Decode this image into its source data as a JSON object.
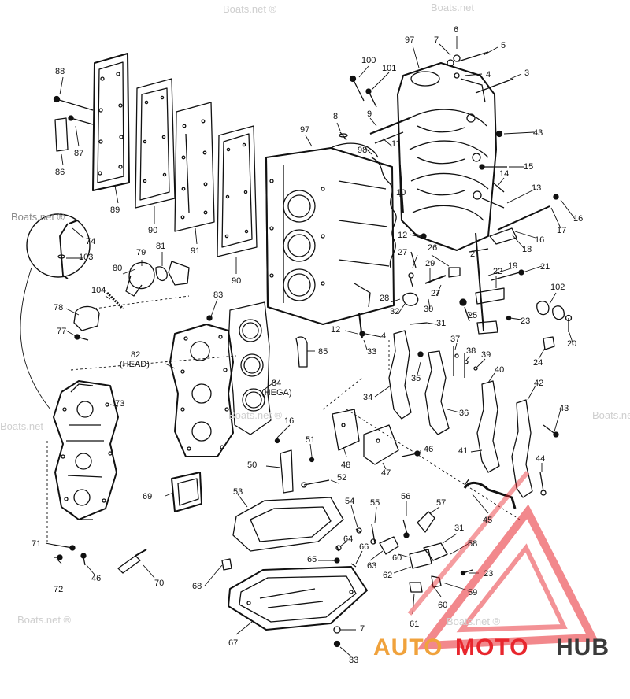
{
  "watermark": {
    "text": "Boats.net",
    "text_r": "Boats.net ®"
  },
  "logo": {
    "part1": "AUTO",
    "part2": "MOTO",
    "part3": "HUB",
    "color_orange": "#f0a23c",
    "color_red": "#e8262d",
    "color_dark": "#3a3a3a"
  },
  "labels": {
    "n100": "100",
    "n101": "101",
    "n97a": "97",
    "n7a": "7",
    "n6": "6",
    "n5": "5",
    "n4a": "4",
    "n3": "3",
    "n88": "88",
    "n87": "87",
    "n86": "86",
    "n89": "89",
    "n90a": "90",
    "n91": "91",
    "n90b": "90",
    "n8": "8",
    "n9": "9",
    "n11": "11",
    "n97b": "97",
    "n98": "98",
    "n43a": "43",
    "n15": "15",
    "n14": "14",
    "n13": "13",
    "n10": "10",
    "n16a": "16",
    "n17": "17",
    "n16b": "16",
    "n18": "18",
    "n12a": "12",
    "n74": "74",
    "n103": "103",
    "n79": "79",
    "n81": "81",
    "n80": "80",
    "n104": "104",
    "n78": "78",
    "n77": "77",
    "n26": "26",
    "n2": "2",
    "n19": "19",
    "n21": "21",
    "n22": "22",
    "n27a": "27",
    "n29": "29",
    "n27b": "27",
    "n28": "28",
    "n32": "32",
    "n30": "30",
    "n31a": "31",
    "n25": "25",
    "n102": "102",
    "n23a": "23",
    "n20": "20",
    "n83": "83",
    "n12b": "12",
    "n4b": "4",
    "n33a": "33",
    "n85": "85",
    "n82": "82",
    "n82s": "(HEAD)",
    "n84": "84",
    "n84s": "(HEGA)",
    "n37": "37",
    "n38": "38",
    "n39": "39",
    "n40": "40",
    "n24": "24",
    "n73": "73",
    "n34": "34",
    "n35": "35",
    "n36": "36",
    "n42": "42",
    "n43b": "43",
    "n16c": "16",
    "n51": "51",
    "n50": "50",
    "n48": "48",
    "n47": "47",
    "n46a": "46",
    "n52": "52",
    "n41": "41",
    "n44": "44",
    "n69": "69",
    "n53": "53",
    "n54": "54",
    "n55": "55",
    "n56": "56",
    "n57": "57",
    "n45": "45",
    "n31b": "31",
    "n58": "58",
    "n71": "71",
    "n72": "72",
    "n46b": "46",
    "n70": "70",
    "n64": "64",
    "n66": "66",
    "n65": "65",
    "n63": "63",
    "n60a": "60",
    "n62": "62",
    "n23b": "23",
    "n59": "59",
    "n60b": "60",
    "n61": "61",
    "n68": "68",
    "n7b": "7",
    "n67": "67",
    "n33b": "33"
  }
}
